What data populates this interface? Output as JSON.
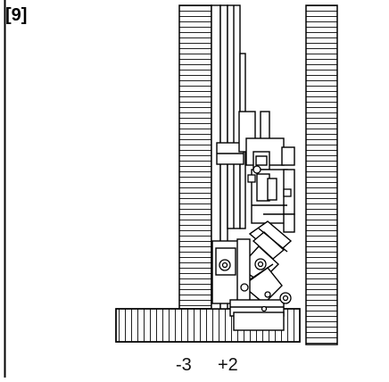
{
  "step": {
    "label": "[9]"
  },
  "adjustment": {
    "minus": "-3",
    "plus": "+2"
  }
}
